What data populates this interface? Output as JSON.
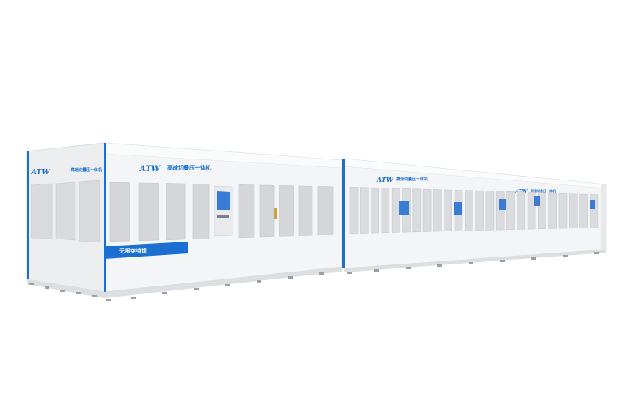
{
  "machine": {
    "brand_left": "ATW",
    "brand_right": "ATW",
    "model_label_left": "高速切叠压一体机",
    "model_label_right": "高速切叠压一体机",
    "tagline_left": "无限突特馈"
  },
  "colors": {
    "background": "#ffffff",
    "panel": "#f4f5f6",
    "panel_shadow": "#e3e5e8",
    "window": "#d4d6d9",
    "accent_blue": "#1a6fd0",
    "screen": "#3a7bd5",
    "foot": "#9aa0a6"
  },
  "icons": [
    "touch-screen-icon",
    "status-light-icon",
    "leveling-foot-icon"
  ]
}
